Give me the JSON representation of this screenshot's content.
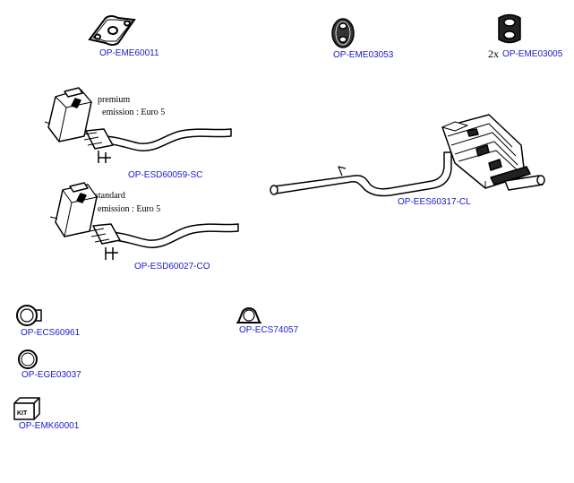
{
  "parts": {
    "eme60011": {
      "code": "OP-EME60011"
    },
    "eme03053": {
      "code": "OP-EME03053"
    },
    "eme03005": {
      "code": "OP-EME03005",
      "quantity": "2x"
    },
    "esd60059": {
      "code": "OP-ESD60059-SC",
      "note_line1": "premium",
      "note_line2": "emission : Euro 5"
    },
    "esd60027": {
      "code": "OP-ESD60027-CO",
      "note_line1": "standard",
      "note_line2": "emission : Euro 5"
    },
    "ees60317": {
      "code": "OP-EES60317-CL"
    },
    "ecs60961": {
      "code": "OP-ECS60961"
    },
    "ecs74057": {
      "code": "OP-ECS74057"
    },
    "ege03037": {
      "code": "OP-EGE03037"
    },
    "emk60001": {
      "code": "OP-EMK60001",
      "kit_text": "KIT"
    }
  },
  "colors": {
    "link": "#1a1ac8",
    "line": "#000000",
    "background": "#ffffff"
  }
}
